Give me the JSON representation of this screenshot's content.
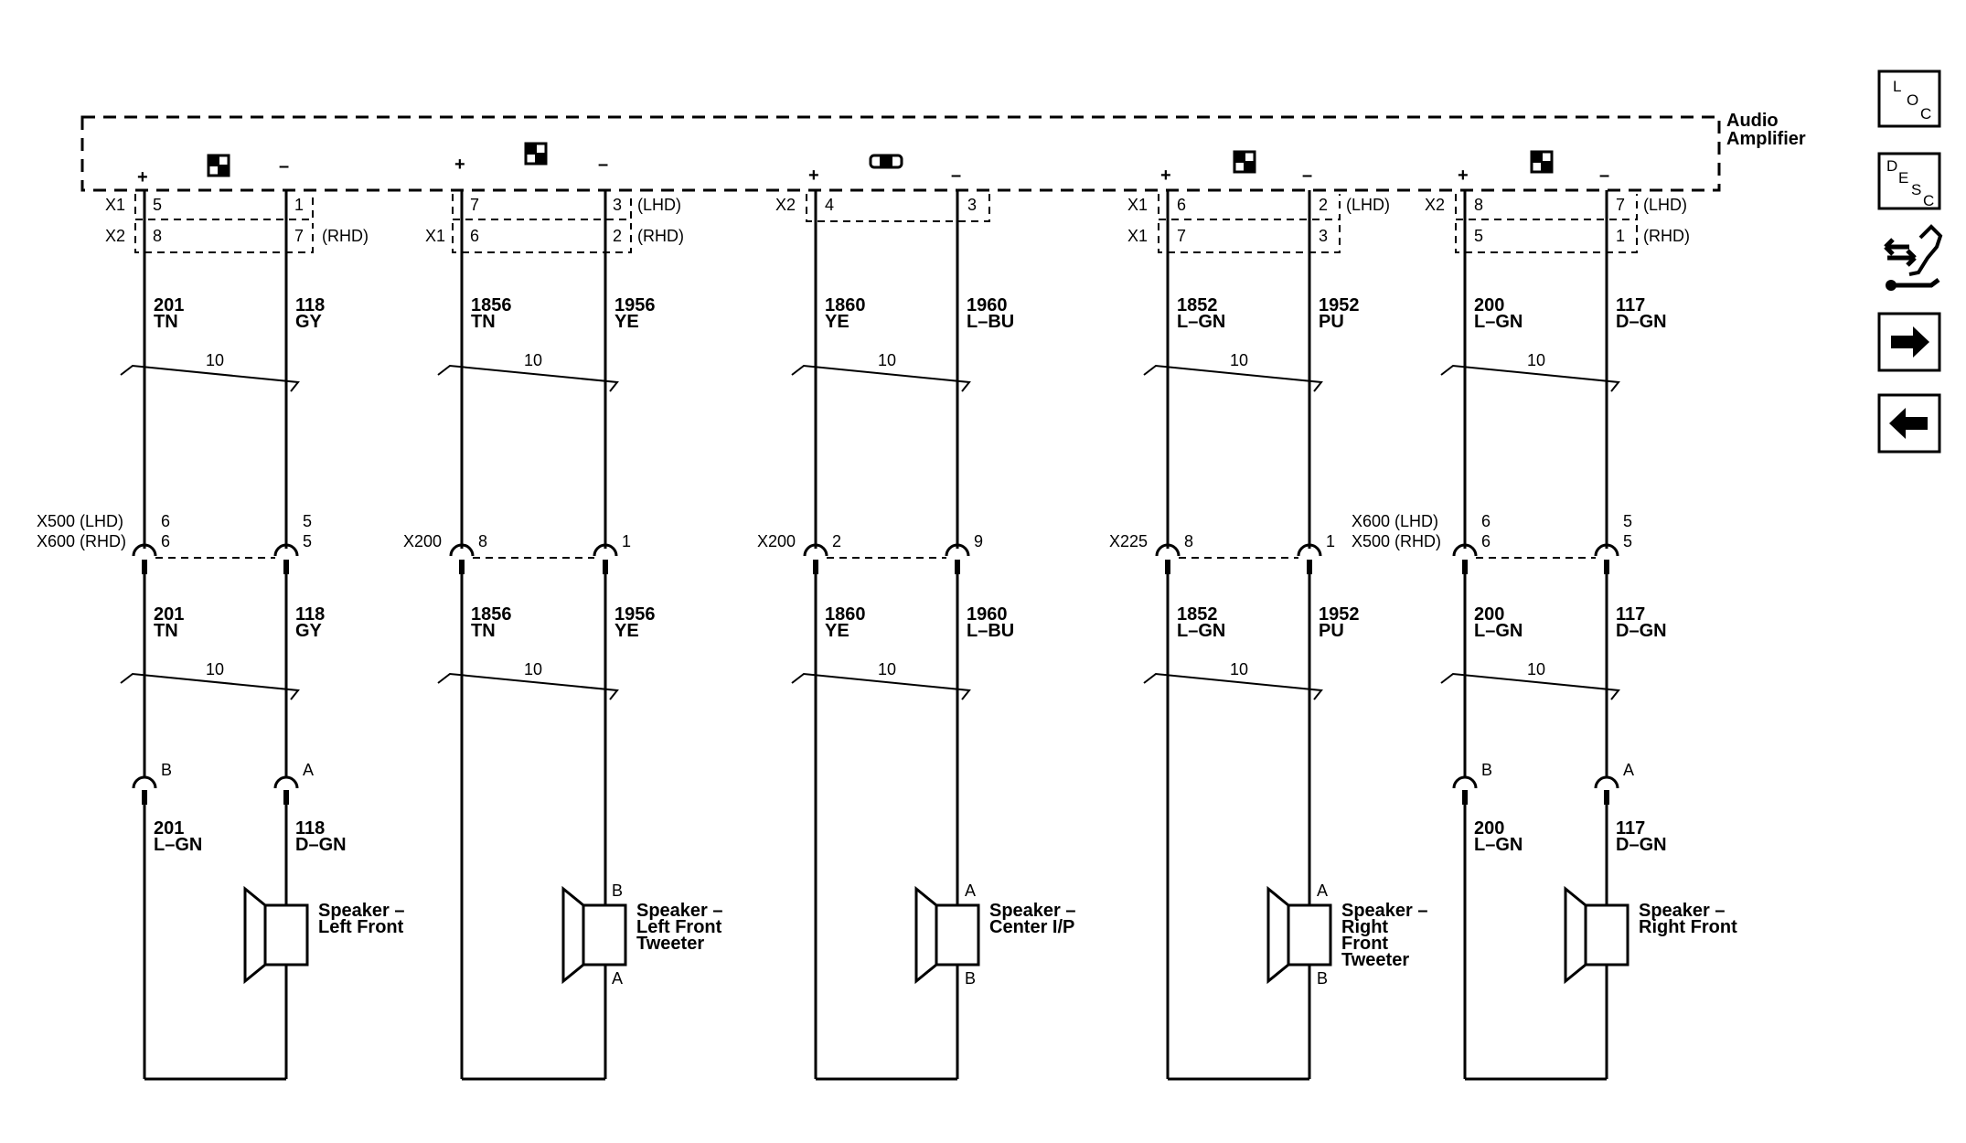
{
  "amplifier": {
    "name_line1": "Audio",
    "name_line2": "Amplifier"
  },
  "channels": [
    {
      "plus": "+",
      "minus": "–",
      "top_pins": {
        "c1": "X1",
        "p1": "5",
        "p2": "1",
        "tag1": "",
        "c2": "X2",
        "q1": "8",
        "q2": "7",
        "tag2": "(RHD)"
      },
      "wire_upper": {
        "c1": "201",
        "col1": "TN",
        "c2": "118",
        "col2": "GY"
      },
      "twist": "10",
      "inline": {
        "label1": "X500 (LHD)",
        "label2": "X600 (RHD)",
        "l1": "6",
        "l2": "6",
        "r1": "5",
        "r2": "5"
      },
      "wire_lower": {
        "c1": "201",
        "col1": "TN",
        "c2": "118",
        "col2": "GY"
      },
      "twist2": "10",
      "spk_conn": {
        "left": "B",
        "right": "A"
      },
      "wire_spk": {
        "c1": "201",
        "col1": "L–GN",
        "c2": "118",
        "col2": "D–GN"
      },
      "speaker": {
        "l1": "Speaker –",
        "l2": "Left Front",
        "l3": "",
        "l4": "",
        "pinA": "",
        "pinB": ""
      }
    },
    {
      "plus": "+",
      "minus": "–",
      "top_pins": {
        "c1": "",
        "p1": "7",
        "p2": "3",
        "tag1": "(LHD)",
        "c2": "X1",
        "q1": "6",
        "q2": "2",
        "tag2": "(RHD)"
      },
      "wire_upper": {
        "c1": "1856",
        "col1": "TN",
        "c2": "1956",
        "col2": "YE"
      },
      "twist": "10",
      "inline": {
        "label1": "X200",
        "label2": "",
        "l1": "8",
        "l2": "",
        "r1": "1",
        "r2": ""
      },
      "wire_lower": {
        "c1": "1856",
        "col1": "TN",
        "c2": "1956",
        "col2": "YE"
      },
      "twist2": "10",
      "spk_conn": {
        "left": "",
        "right": ""
      },
      "wire_spk": {
        "c1": "",
        "col1": "",
        "c2": "",
        "col2": ""
      },
      "speaker": {
        "l1": "Speaker –",
        "l2": "Left Front",
        "l3": "Tweeter",
        "l4": "",
        "pinA": "A",
        "pinB": "B"
      }
    },
    {
      "plus": "+",
      "minus": "–",
      "top_pins": {
        "c1": "X2",
        "p1": "4",
        "p2": "3",
        "tag1": "",
        "c2": "",
        "q1": "",
        "q2": "",
        "tag2": ""
      },
      "wire_upper": {
        "c1": "1860",
        "col1": "YE",
        "c2": "1960",
        "col2": "L–BU"
      },
      "twist": "10",
      "inline": {
        "label1": "X200",
        "label2": "",
        "l1": "2",
        "l2": "",
        "r1": "9",
        "r2": ""
      },
      "wire_lower": {
        "c1": "1860",
        "col1": "YE",
        "c2": "1960",
        "col2": "L–BU"
      },
      "twist2": "10",
      "spk_conn": {
        "left": "",
        "right": ""
      },
      "wire_spk": {
        "c1": "",
        "col1": "",
        "c2": "",
        "col2": ""
      },
      "speaker": {
        "l1": "Speaker –",
        "l2": "Center I/P",
        "l3": "",
        "l4": "",
        "pinA": "A",
        "pinB": "B"
      }
    },
    {
      "plus": "+",
      "minus": "–",
      "top_pins": {
        "c1": "X1",
        "p1": "6",
        "p2": "2",
        "tag1": "(LHD)",
        "c2": "X1",
        "q1": "7",
        "q2": "3",
        "tag2": ""
      },
      "wire_upper": {
        "c1": "1852",
        "col1": "L–GN",
        "c2": "1952",
        "col2": "PU"
      },
      "twist": "10",
      "inline": {
        "label1": "X225",
        "label2": "",
        "l1": "8",
        "l2": "",
        "r1": "1",
        "r2": ""
      },
      "wire_lower": {
        "c1": "1852",
        "col1": "L–GN",
        "c2": "1952",
        "col2": "PU"
      },
      "twist2": "10",
      "spk_conn": {
        "left": "",
        "right": ""
      },
      "wire_spk": {
        "c1": "",
        "col1": "",
        "c2": "",
        "col2": ""
      },
      "speaker": {
        "l1": "Speaker –",
        "l2": "Right",
        "l3": "Front",
        "l4": "Tweeter",
        "pinA": "A",
        "pinB": "B"
      }
    },
    {
      "plus": "+",
      "minus": "–",
      "top_pins": {
        "c1": "X2",
        "p1": "8",
        "p2": "7",
        "tag1": "(LHD)",
        "c2": "",
        "q1": "5",
        "q2": "1",
        "tag2": "(RHD)"
      },
      "wire_upper": {
        "c1": "200",
        "col1": "L–GN",
        "c2": "117",
        "col2": "D–GN"
      },
      "twist": "10",
      "inline": {
        "label1": "X600 (LHD)",
        "label2": "X500 (RHD)",
        "l1": "6",
        "l2": "6",
        "r1": "5",
        "r2": "5"
      },
      "wire_lower": {
        "c1": "200",
        "col1": "L–GN",
        "c2": "117",
        "col2": "D–GN"
      },
      "twist2": "10",
      "spk_conn": {
        "left": "B",
        "right": "A"
      },
      "wire_spk": {
        "c1": "200",
        "col1": "L–GN",
        "c2": "117",
        "col2": "D–GN"
      },
      "speaker": {
        "l1": "Speaker –",
        "l2": "Right Front",
        "l3": "",
        "l4": "",
        "pinA": "",
        "pinB": ""
      }
    }
  ],
  "ch4_rhd_conn": "X1",
  "ch5_lhd_conn": "X2",
  "sidebar": {
    "loc": {
      "a": "L",
      "b": "O",
      "c": "C"
    },
    "desc": {
      "a": "D",
      "b": "E",
      "c": "S",
      "d": "C"
    },
    "icons": [
      "connector-hand-icon",
      "arrow-right-icon",
      "arrow-left-icon"
    ]
  }
}
